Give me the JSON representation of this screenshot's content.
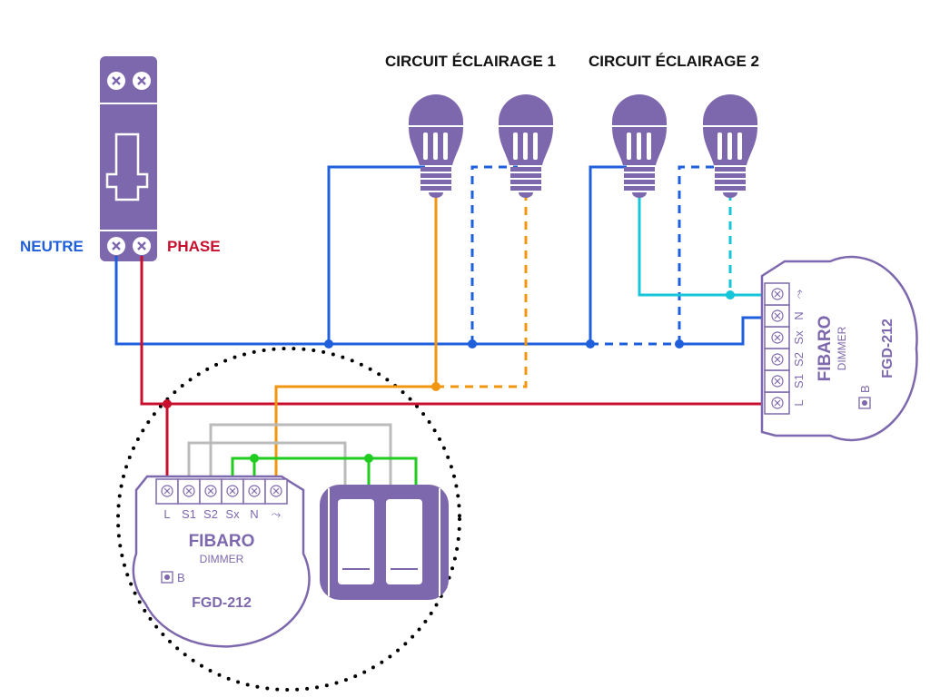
{
  "titles": {
    "circuit1": "CIRCUIT ÉCLAIRAGE 1",
    "circuit2": "CIRCUIT ÉCLAIRAGE 2"
  },
  "labels": {
    "neutral": "NEUTRE",
    "phase": "PHASE"
  },
  "colors": {
    "device": "#7e68ad",
    "neutral": "#1f5fdc",
    "phase": "#c8102e",
    "load1": "#f0960f",
    "load2": "#17c6d8",
    "switch": "#bbbbbb",
    "switch_common": "#1fcc1f"
  },
  "dimmer_left": {
    "brand": "FIBARO",
    "type": "DIMMER",
    "model": "FGD-212",
    "button": "B",
    "terminals": [
      "L",
      "S1",
      "S2",
      "Sx",
      "N",
      "⤳"
    ]
  },
  "dimmer_right": {
    "brand": "FIBARO",
    "type": "DIMMER",
    "model": "FGD-212",
    "button": "B",
    "terminals": [
      "L",
      "S1",
      "S2",
      "Sx",
      "N",
      "⤳"
    ]
  }
}
